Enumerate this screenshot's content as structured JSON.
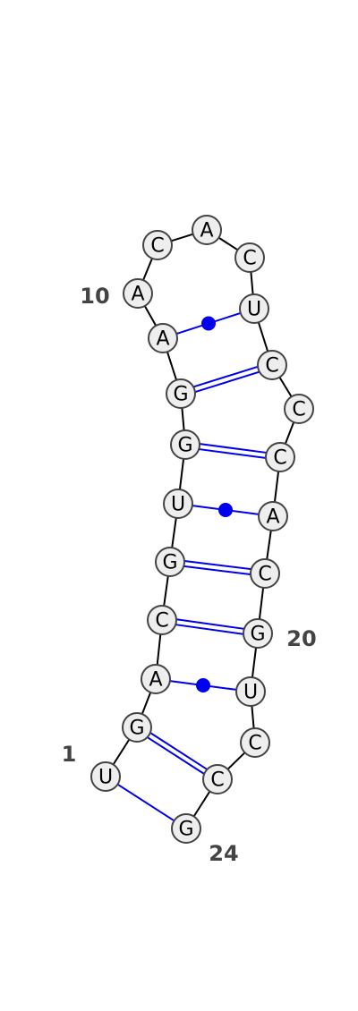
{
  "structure": {
    "sequence": [
      "U",
      "G",
      "A",
      "C",
      "G",
      "U",
      "G",
      "G",
      "A",
      "A",
      "C",
      "A",
      "C",
      "U",
      "C",
      "C",
      "C",
      "A",
      "C",
      "G",
      "U",
      "C",
      "C",
      "G"
    ],
    "pairs": [
      {
        "i": 1,
        "j": 24,
        "type": "single"
      },
      {
        "i": 2,
        "j": 23,
        "type": "canonical"
      },
      {
        "i": 3,
        "j": 21,
        "type": "wobble"
      },
      {
        "i": 4,
        "j": 20,
        "type": "canonical"
      },
      {
        "i": 5,
        "j": 19,
        "type": "canonical"
      },
      {
        "i": 6,
        "j": 18,
        "type": "wobble"
      },
      {
        "i": 7,
        "j": 17,
        "type": "canonical"
      },
      {
        "i": 8,
        "j": 15,
        "type": "canonical"
      },
      {
        "i": 9,
        "j": 14,
        "type": "wobble"
      }
    ]
  },
  "position_labels": [
    {
      "index": 1,
      "text": "1"
    },
    {
      "index": 10,
      "text": "10"
    },
    {
      "index": 20,
      "text": "20"
    },
    {
      "index": 24,
      "text": "24"
    }
  ],
  "colors": {
    "pair_line": "#0000ee",
    "backbone": "#000000",
    "nucleotide_fill": "#eeeeee",
    "nucleotide_stroke": "#444444",
    "label": "#444444"
  }
}
